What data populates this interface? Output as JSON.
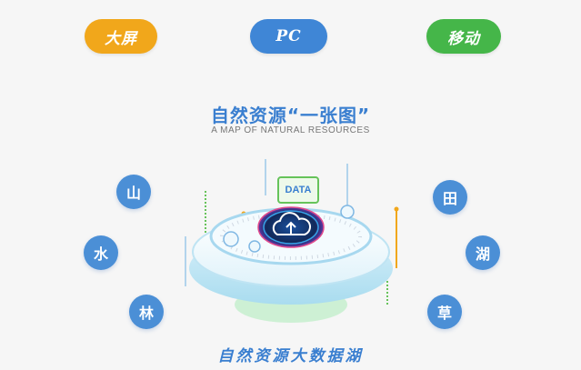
{
  "tabs": {
    "big_screen": "大屏",
    "pc": "PC",
    "mobile": "移动"
  },
  "header": {
    "title": "自然资源“一张图”",
    "subtitle": "A MAP OF NATURAL RESOURCES"
  },
  "resources": {
    "left": [
      "山",
      "水",
      "林"
    ],
    "right": [
      "田",
      "湖",
      "草"
    ]
  },
  "center": {
    "badge": "DATA"
  },
  "footer": {
    "title": "自然资源大数据湖"
  },
  "colors": {
    "big_screen": "#f1a71b",
    "pc": "#3f86d6",
    "mobile": "#45b649",
    "accent_blue": "#3a7fd0",
    "circle_blue": "#4b8fd6",
    "green": "#66c35a"
  },
  "icons": {
    "center": "cloud-upload-icon"
  }
}
